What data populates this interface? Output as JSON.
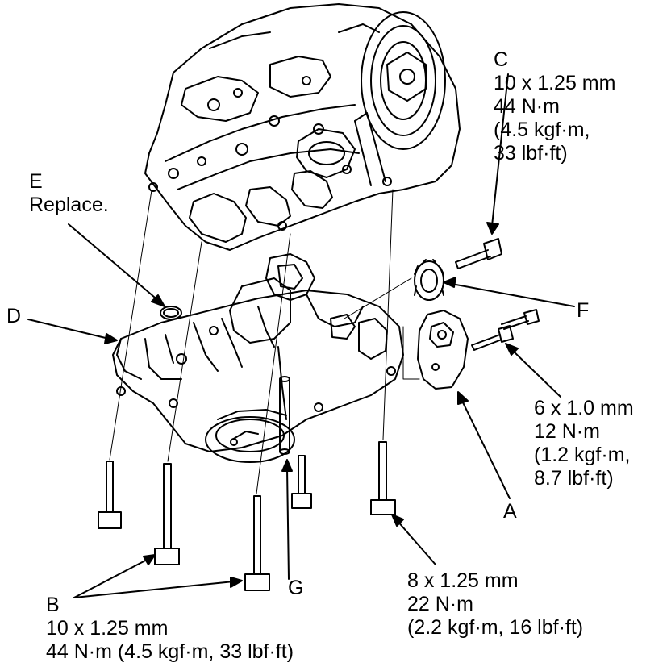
{
  "labels": {
    "A": {
      "letter": "A"
    },
    "B": {
      "letter": "B",
      "lines": [
        "10 x 1.25 mm",
        "44 N·m (4.5 kgf·m, 33 lbf·ft)"
      ]
    },
    "C": {
      "letter": "C",
      "lines": [
        "10 x 1.25 mm",
        "44 N·m",
        "(4.5 kgf·m,",
        "33 lbf·ft)"
      ]
    },
    "D": {
      "letter": "D"
    },
    "E": {
      "letter": "E",
      "lines": [
        "Replace."
      ]
    },
    "F": {
      "letter": "F"
    },
    "G": {
      "letter": "G"
    },
    "small_bolt_spec": {
      "lines": [
        "6 x 1.0 mm",
        "12 N·m",
        "(1.2 kgf·m,",
        "8.7 lbf·ft)"
      ]
    },
    "mid_bolt_spec": {
      "lines": [
        "8 x 1.25 mm",
        "22 N·m",
        "(2.2 kgf·m, 16 lbf·ft)"
      ]
    }
  }
}
